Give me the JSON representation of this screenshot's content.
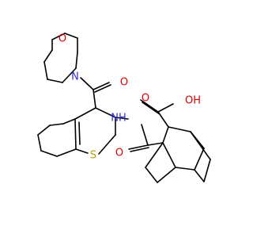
{
  "molecule": {
    "atoms": {
      "morpholine_o": "O",
      "morpholine_n": "N",
      "ketone_o": "O",
      "amide_nh": "NH",
      "thiophene_s": "S",
      "amide_o": "O",
      "acid_oh": "OH",
      "acid_o": "O"
    },
    "colors": {
      "carbon_bond": "#000000",
      "nitrogen": "#2f2fd6",
      "oxygen": "#e00000",
      "sulfur": "#b8a000"
    }
  }
}
